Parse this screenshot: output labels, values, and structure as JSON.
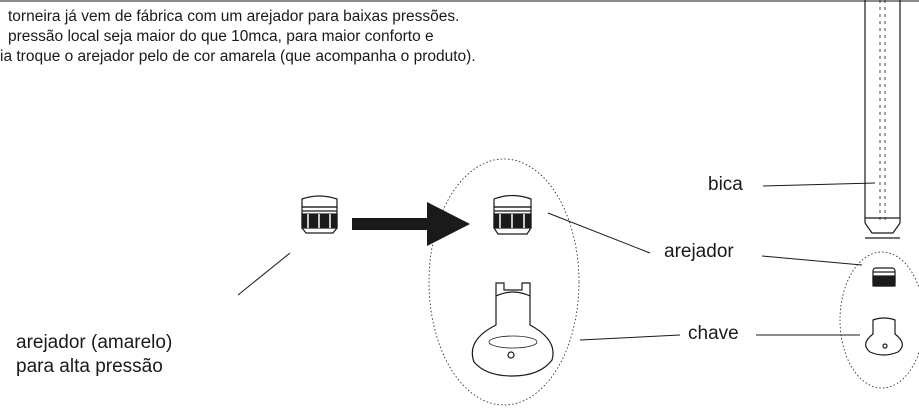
{
  "instructions": {
    "lines": [
      "torneira já vem de fábrica com um arejador para baixas pressões.",
      "pressão local seja maior do que 10mca, para maior conforto e",
      "ia troque o arejador pelo de cor amarela (que acompanha o produto)."
    ]
  },
  "labels": {
    "bica": "bica",
    "arejador": "arejador",
    "chave": "chave",
    "arejador_amarelo": {
      "line1": "arejador (amarelo)",
      "line2": "para alta pressão"
    }
  }
}
